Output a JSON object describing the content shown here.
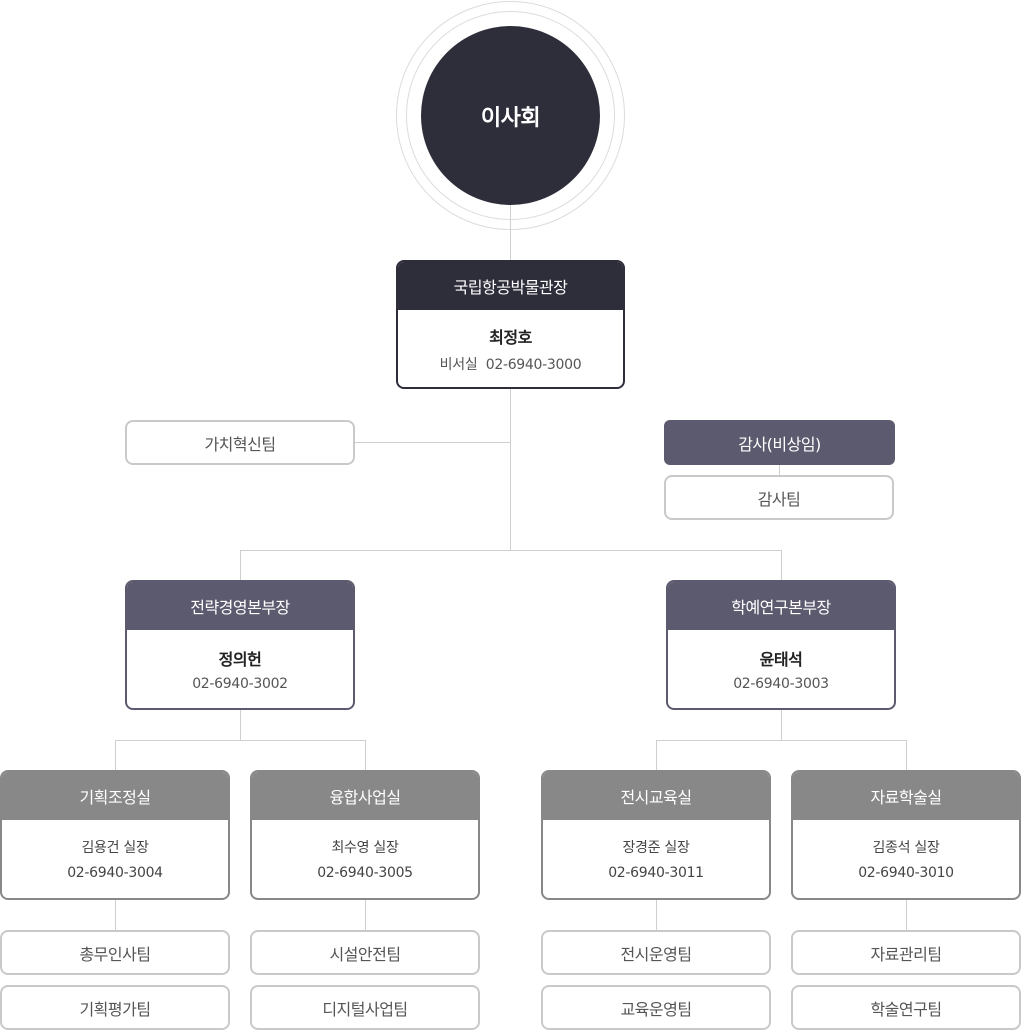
{
  "board": {
    "label": "이사회"
  },
  "director": {
    "title": "국립항공박물관장",
    "name": "최정호",
    "office": "비서실",
    "phone": "02-6940-3000"
  },
  "innovation_team": "가치혁신팀",
  "audit": {
    "title": "감사(비상임)",
    "team": "감사팀"
  },
  "divisions": [
    {
      "title": "전략경영본부장",
      "name": "정의헌",
      "phone": "02-6940-3002",
      "offices": [
        {
          "title": "기획조정실",
          "head": "김용건 실장",
          "phone": "02-6940-3004",
          "teams": [
            "총무인사팀",
            "기획평가팀"
          ]
        },
        {
          "title": "융합사업실",
          "head": "최수영 실장",
          "phone": "02-6940-3005",
          "teams": [
            "시설안전팀",
            "디지털사업팀"
          ]
        }
      ]
    },
    {
      "title": "학예연구본부장",
      "name": "윤태석",
      "phone": "02-6940-3003",
      "offices": [
        {
          "title": "전시교육실",
          "head": "장경준 실장",
          "phone": "02-6940-3011",
          "teams": [
            "전시운영팀",
            "교육운영팀"
          ]
        },
        {
          "title": "자료학술실",
          "head": "김종석 실장",
          "phone": "02-6940-3010",
          "teams": [
            "자료관리팀",
            "학술연구팀"
          ]
        }
      ]
    }
  ],
  "colors": {
    "dark": "#2e2d3a",
    "mid": "#5c5a6e",
    "grey": "#888888",
    "line": "#cfcfcf"
  }
}
